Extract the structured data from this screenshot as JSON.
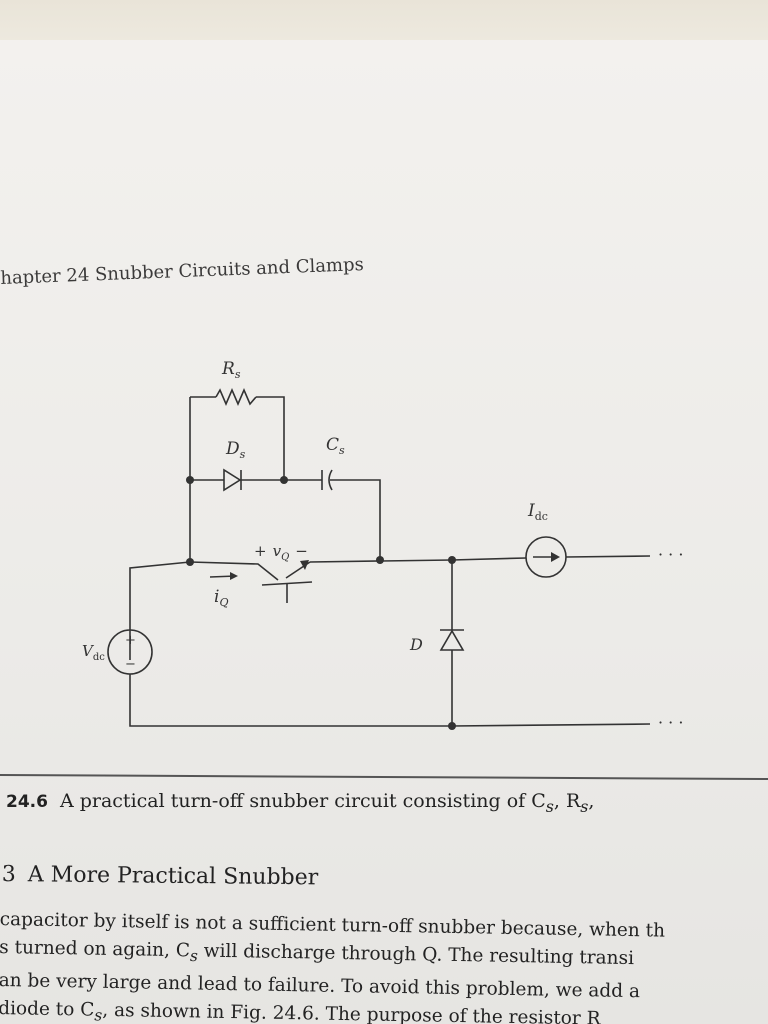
{
  "running_head": {
    "text": "hapter 24 Snubber Circuits and Clamps"
  },
  "circuit": {
    "labels": {
      "rs": "R",
      "rs_sub": "s",
      "ds": "D",
      "ds_sub": "s",
      "cs": "C",
      "cs_sub": "s",
      "idc": "I",
      "idc_sub": "dc",
      "vq_plus": "+",
      "vq": "v",
      "vq_sub": "Q",
      "vq_minus": "−",
      "iq": "i",
      "iq_sub": "Q",
      "vdc": "V",
      "vdc_sub": "dc",
      "vdc_plus": "+",
      "vdc_minus": "−",
      "d": "D",
      "ellipsis_top": "· · ·",
      "ellipsis_bottom": "· · ·"
    }
  },
  "caption": {
    "fig": "24.6",
    "text": "A practical turn-off snubber circuit consisting of C",
    "sub1": "s",
    "sep": ", R",
    "sub2": "s",
    "tail": ","
  },
  "section": {
    "num": "3",
    "title": "A More Practical Snubber"
  },
  "body": {
    "line1": "capacitor by itself is not a sufficient turn-off snubber because, when th",
    "line2a": "s turned on again, C",
    "line2_sub": "s",
    "line2b": " will discharge through Q. The resulting transi",
    "line3": "an be very large and lead to failure. To avoid this problem, we add a",
    "line4a": "diode to C",
    "line4_sub": "s",
    "line4b": ", as shown in Fig. 24.6. The purpose of the resistor R"
  }
}
